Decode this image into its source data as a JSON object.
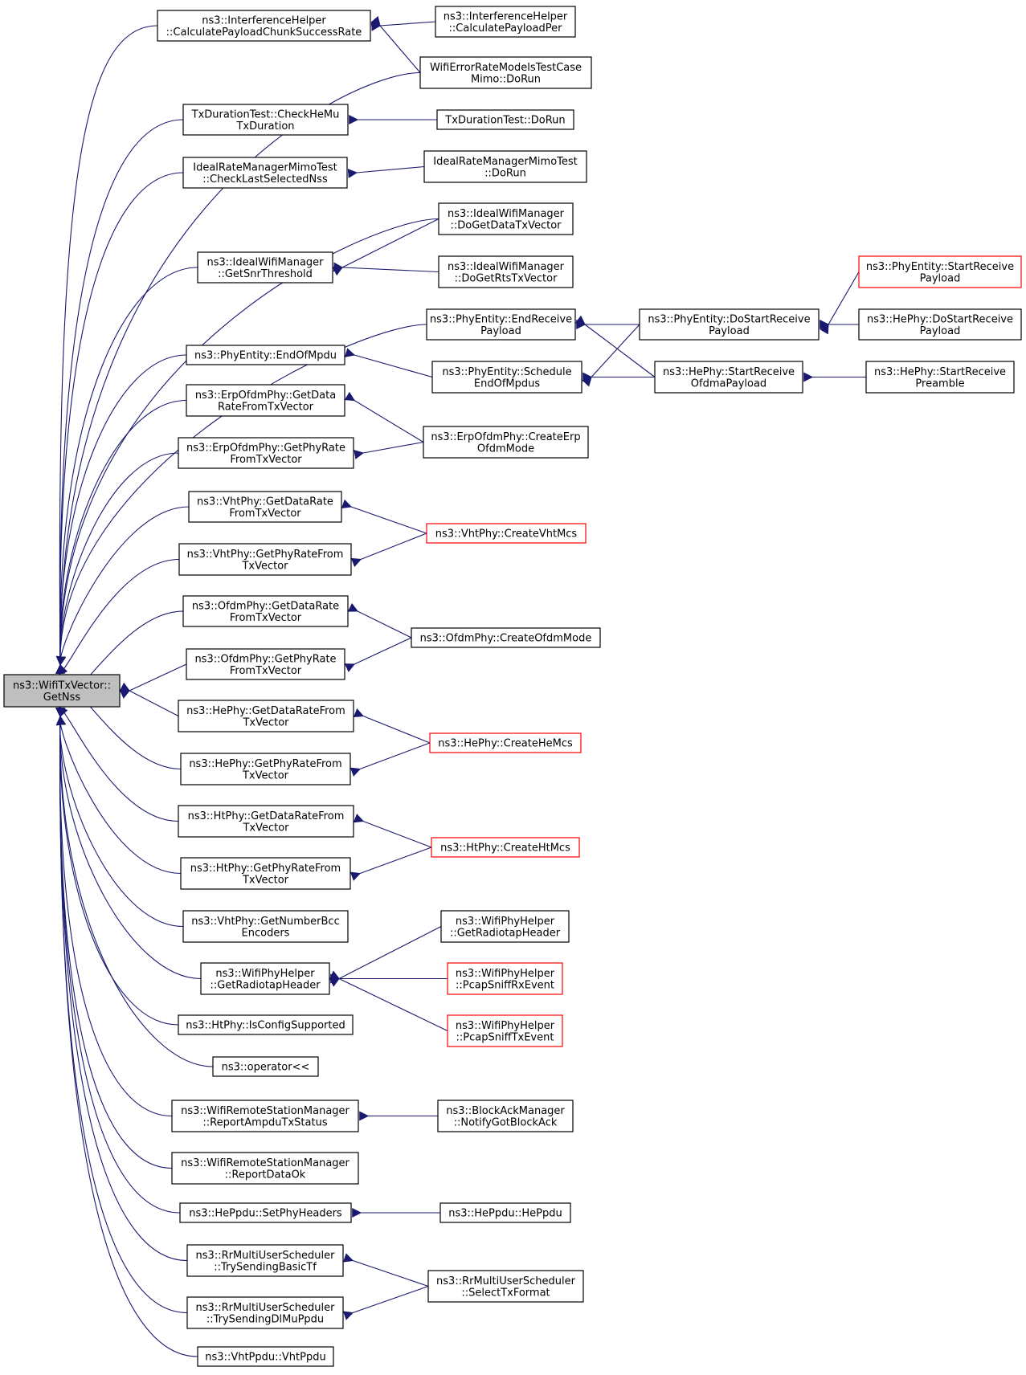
{
  "graph": {
    "colors": {
      "edge": "#191970",
      "box_border": "#000000",
      "box_border_truncated": "#ff0000",
      "root_fill": "#bfbfbf"
    },
    "nodes": [
      {
        "id": "root",
        "lines": [
          "ns3::WifiTxVector::",
          "GetNss"
        ],
        "style": "root"
      },
      {
        "id": "ih_cpcsr",
        "lines": [
          "ns3::InterferenceHelper",
          "::CalculatePayloadChunkSuccessRate"
        ],
        "style": "normal"
      },
      {
        "id": "ih_cpp",
        "lines": [
          "ns3::InterferenceHelper",
          "::CalculatePayloadPer"
        ],
        "style": "normal"
      },
      {
        "id": "wer_mimo",
        "lines": [
          "WifiErrorRateModelsTestCase",
          "Mimo::DoRun"
        ],
        "style": "normal"
      },
      {
        "id": "txd_check",
        "lines": [
          "TxDurationTest::CheckHeMu",
          "TxDuration"
        ],
        "style": "normal"
      },
      {
        "id": "txd_dorun",
        "lines": [
          "TxDurationTest::DoRun"
        ],
        "style": "normal"
      },
      {
        "id": "irm_check",
        "lines": [
          "IdealRateManagerMimoTest",
          "::CheckLastSelectedNss"
        ],
        "style": "normal"
      },
      {
        "id": "irm_dorun",
        "lines": [
          "IdealRateManagerMimoTest",
          "::DoRun"
        ],
        "style": "normal"
      },
      {
        "id": "iwm_dgdtv",
        "lines": [
          "ns3::IdealWifiManager",
          "::DoGetDataTxVector"
        ],
        "style": "normal"
      },
      {
        "id": "iwm_gst",
        "lines": [
          "ns3::IdealWifiManager",
          "::GetSnrThreshold"
        ],
        "style": "normal"
      },
      {
        "id": "iwm_dgrtv",
        "lines": [
          "ns3::IdealWifiManager",
          "::DoGetRtsTxVector"
        ],
        "style": "normal"
      },
      {
        "id": "pe_srp",
        "lines": [
          "ns3::PhyEntity::StartReceive",
          "Payload"
        ],
        "style": "truncated"
      },
      {
        "id": "pe_erp",
        "lines": [
          "ns3::PhyEntity::EndReceive",
          "Payload"
        ],
        "style": "normal"
      },
      {
        "id": "pe_dsrp",
        "lines": [
          "ns3::PhyEntity::DoStartReceive",
          "Payload"
        ],
        "style": "normal"
      },
      {
        "id": "he_dsrp",
        "lines": [
          "ns3::HePhy::DoStartReceive",
          "Payload"
        ],
        "style": "normal"
      },
      {
        "id": "pe_eom",
        "lines": [
          "ns3::PhyEntity::EndOfMpdu"
        ],
        "style": "normal"
      },
      {
        "id": "pe_seom",
        "lines": [
          "ns3::PhyEntity::Schedule",
          "EndOfMpdus"
        ],
        "style": "normal"
      },
      {
        "id": "he_srop",
        "lines": [
          "ns3::HePhy::StartReceive",
          "OfdmaPayload"
        ],
        "style": "normal"
      },
      {
        "id": "he_srpre",
        "lines": [
          "ns3::HePhy::StartReceive",
          "Preamble"
        ],
        "style": "normal"
      },
      {
        "id": "erp_gdr",
        "lines": [
          "ns3::ErpOfdmPhy::GetData",
          "RateFromTxVector"
        ],
        "style": "normal"
      },
      {
        "id": "erp_gpr",
        "lines": [
          "ns3::ErpOfdmPhy::GetPhyRate",
          "FromTxVector"
        ],
        "style": "normal"
      },
      {
        "id": "erp_ceom",
        "lines": [
          "ns3::ErpOfdmPhy::CreateErp",
          "OfdmMode"
        ],
        "style": "normal"
      },
      {
        "id": "vht_gdr",
        "lines": [
          "ns3::VhtPhy::GetDataRate",
          "FromTxVector"
        ],
        "style": "normal"
      },
      {
        "id": "vht_gpr",
        "lines": [
          "ns3::VhtPhy::GetPhyRateFrom",
          "TxVector"
        ],
        "style": "normal"
      },
      {
        "id": "vht_cmcs",
        "lines": [
          "ns3::VhtPhy::CreateVhtMcs"
        ],
        "style": "truncated"
      },
      {
        "id": "ofdm_gdr",
        "lines": [
          "ns3::OfdmPhy::GetDataRate",
          "FromTxVector"
        ],
        "style": "normal"
      },
      {
        "id": "ofdm_gpr",
        "lines": [
          "ns3::OfdmPhy::GetPhyRate",
          "FromTxVector"
        ],
        "style": "normal"
      },
      {
        "id": "ofdm_com",
        "lines": [
          "ns3::OfdmPhy::CreateOfdmMode"
        ],
        "style": "normal"
      },
      {
        "id": "he_gdr",
        "lines": [
          "ns3::HePhy::GetDataRateFrom",
          "TxVector"
        ],
        "style": "normal"
      },
      {
        "id": "he_gpr",
        "lines": [
          "ns3::HePhy::GetPhyRateFrom",
          "TxVector"
        ],
        "style": "normal"
      },
      {
        "id": "he_cmcs",
        "lines": [
          "ns3::HePhy::CreateHeMcs"
        ],
        "style": "truncated"
      },
      {
        "id": "ht_gdr",
        "lines": [
          "ns3::HtPhy::GetDataRateFrom",
          "TxVector"
        ],
        "style": "normal"
      },
      {
        "id": "ht_gpr",
        "lines": [
          "ns3::HtPhy::GetPhyRateFrom",
          "TxVector"
        ],
        "style": "normal"
      },
      {
        "id": "ht_cmcs",
        "lines": [
          "ns3::HtPhy::CreateHtMcs"
        ],
        "style": "truncated"
      },
      {
        "id": "vht_gnbe",
        "lines": [
          "ns3::VhtPhy::GetNumberBcc",
          "Encoders"
        ],
        "style": "normal"
      },
      {
        "id": "wph_grh",
        "lines": [
          "ns3::WifiPhyHelper",
          "::GetRadiotapHeader"
        ],
        "style": "normal"
      },
      {
        "id": "wph_grh2",
        "lines": [
          "ns3::WifiPhyHelper",
          "::GetRadiotapHeader"
        ],
        "style": "normal"
      },
      {
        "id": "wph_psrx",
        "lines": [
          "ns3::WifiPhyHelper",
          "::PcapSniffRxEvent"
        ],
        "style": "truncated"
      },
      {
        "id": "wph_pstx",
        "lines": [
          "ns3::WifiPhyHelper",
          "::PcapSniffTxEvent"
        ],
        "style": "truncated"
      },
      {
        "id": "ht_ics",
        "lines": [
          "ns3::HtPhy::IsConfigSupported"
        ],
        "style": "normal"
      },
      {
        "id": "op_ls",
        "lines": [
          "ns3::operator<<"
        ],
        "style": "normal"
      },
      {
        "id": "wrsm_rats",
        "lines": [
          "ns3::WifiRemoteStationManager",
          "::ReportAmpduTxStatus"
        ],
        "style": "normal"
      },
      {
        "id": "bam_ngba",
        "lines": [
          "ns3::BlockAckManager",
          "::NotifyGotBlockAck"
        ],
        "style": "normal"
      },
      {
        "id": "wrsm_rdo",
        "lines": [
          "ns3::WifiRemoteStationManager",
          "::ReportDataOk"
        ],
        "style": "normal"
      },
      {
        "id": "hep_sph",
        "lines": [
          "ns3::HePpdu::SetPhyHeaders"
        ],
        "style": "normal"
      },
      {
        "id": "hep_hep",
        "lines": [
          "ns3::HePpdu::HePpdu"
        ],
        "style": "normal"
      },
      {
        "id": "rr_tsbt",
        "lines": [
          "ns3::RrMultiUserScheduler",
          "::TrySendingBasicTf"
        ],
        "style": "normal"
      },
      {
        "id": "rr_stf",
        "lines": [
          "ns3::RrMultiUserScheduler",
          "::SelectTxFormat"
        ],
        "style": "normal"
      },
      {
        "id": "rr_tsdl",
        "lines": [
          "ns3::RrMultiUserScheduler",
          "::TrySendingDlMuPpdu"
        ],
        "style": "normal"
      },
      {
        "id": "vhtp_vhtp",
        "lines": [
          "ns3::VhtPpdu::VhtPpdu"
        ],
        "style": "normal"
      }
    ]
  }
}
